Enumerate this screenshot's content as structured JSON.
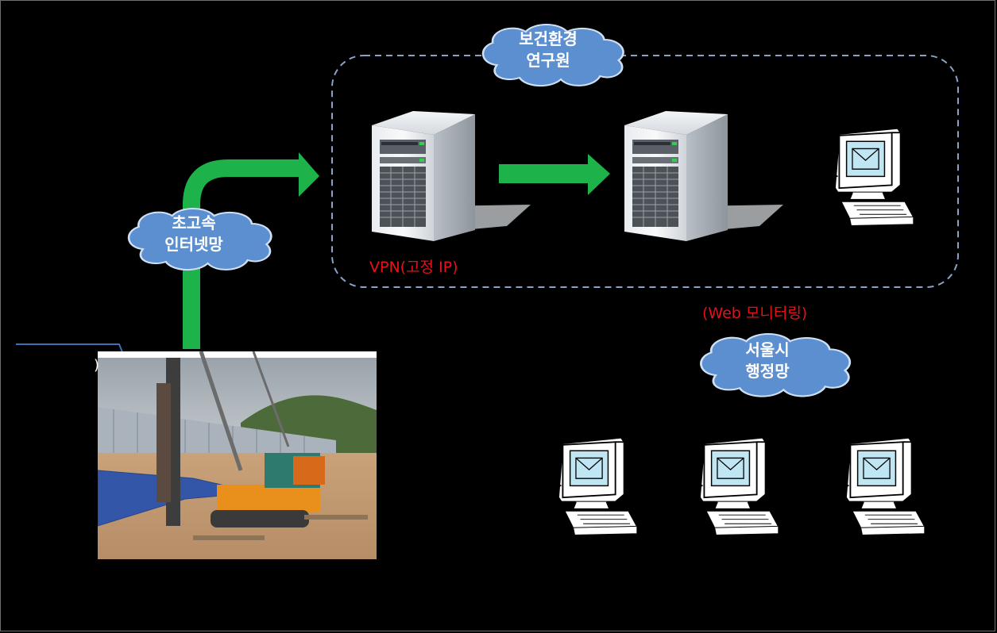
{
  "clouds": {
    "researcher": {
      "line1": "보건환경",
      "line2": "연구원"
    },
    "internet": {
      "line1": "초고속",
      "line2": "인터넷망"
    },
    "seoul": {
      "line1": "서울시",
      "line2": "행정망"
    }
  },
  "labels": {
    "vpn": "VPN(고정 IP)",
    "web_monitoring": "(Web 모니터링)",
    "paren_fragment": ")"
  },
  "colors": {
    "background": "#000000",
    "cloud_fill": "#5b8fd0",
    "cloud_stroke": "#cfe0f5",
    "arrow_green": "#1eb24a",
    "dashed_border": "#8aa2c8",
    "red_text": "#e8101a",
    "pointer_line": "#3f6fb4"
  },
  "icons": [
    "server-icon",
    "computer-mail-icon"
  ]
}
